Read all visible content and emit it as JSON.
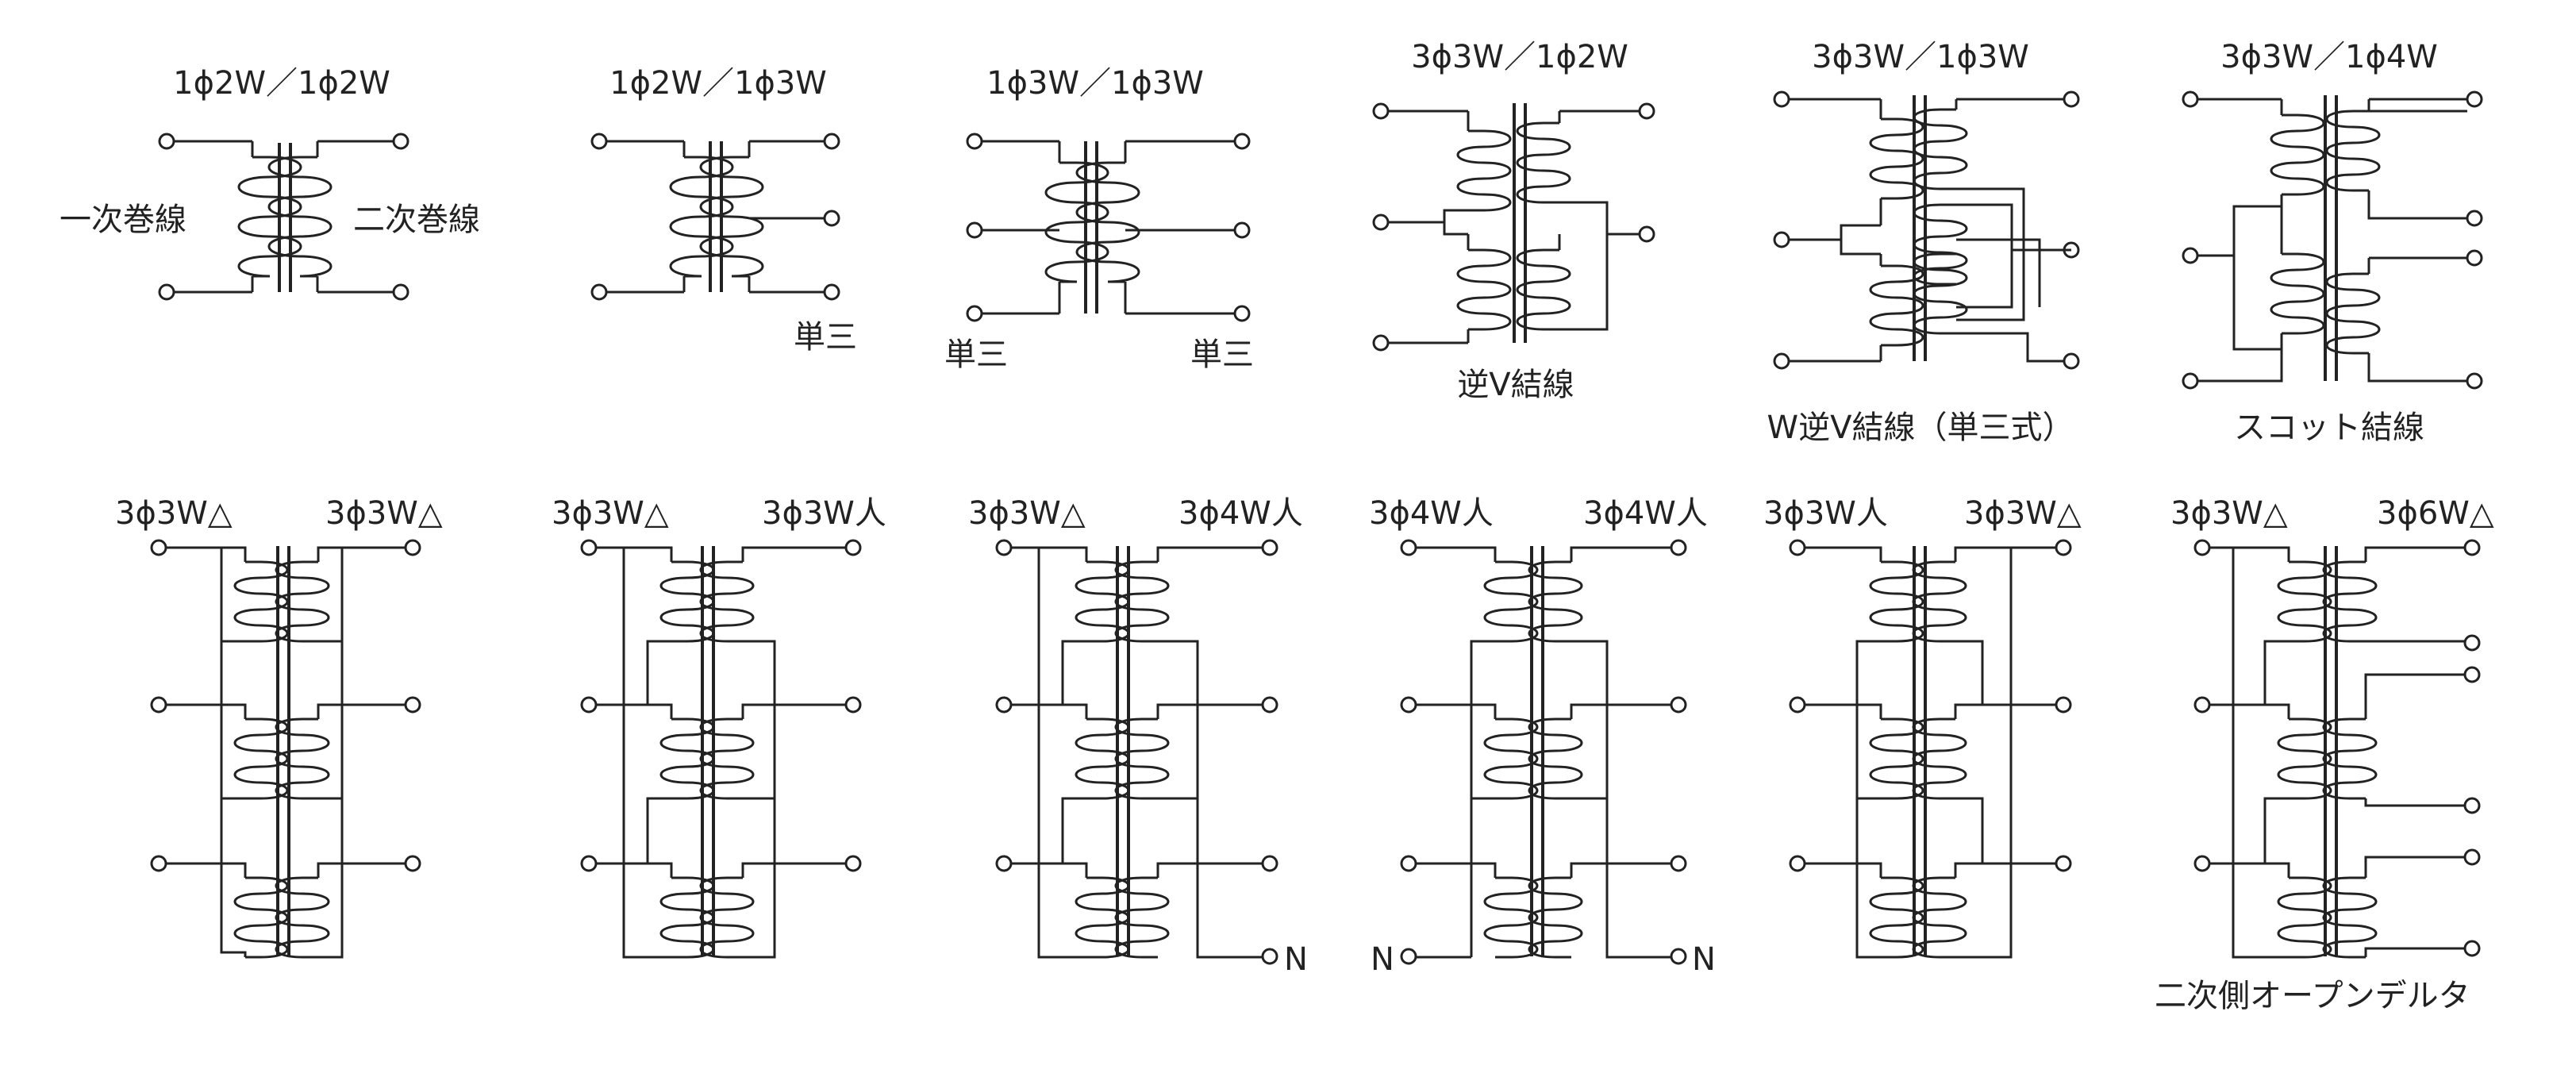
{
  "diagrams": [
    {
      "id": "d1",
      "title": "1ϕ2W／1ϕ2W"
    },
    {
      "id": "d2",
      "title": "1ϕ2W／1ϕ3W"
    },
    {
      "id": "d3",
      "title": "1ϕ3W／1ϕ3W"
    },
    {
      "id": "d4",
      "title": "3ϕ3W／1ϕ2W"
    },
    {
      "id": "d5",
      "title": "3ϕ3W／1ϕ3W"
    },
    {
      "id": "d6",
      "title": "3ϕ3W／1ϕ4W"
    },
    {
      "id": "d7",
      "primary": "3ϕ3W△",
      "secondary": "3ϕ3W△"
    },
    {
      "id": "d8",
      "primary": "3ϕ3W△",
      "secondary": "3ϕ3W人"
    },
    {
      "id": "d9",
      "primary": "3ϕ3W△",
      "secondary": "3ϕ4W人"
    },
    {
      "id": "d10",
      "primary": "3ϕ4W人",
      "secondary": "3ϕ4W人"
    },
    {
      "id": "d11",
      "primary": "3ϕ3W人",
      "secondary": "3ϕ3W△"
    },
    {
      "id": "d12",
      "primary": "3ϕ3W△",
      "secondary": "3ϕ6W△"
    }
  ],
  "labels": {
    "primary_winding": "一次巻線",
    "secondary_winding": "二次巻線",
    "single_phase_three_wire": "単三",
    "inverted_v": "逆V結線",
    "w_inverted_v": "W逆V結線（単三式）",
    "scott": "スコット結線",
    "neutral": "N",
    "open_delta": "二次側オープンデルタ"
  },
  "colors": {
    "line": "#222222",
    "background": "#ffffff"
  }
}
